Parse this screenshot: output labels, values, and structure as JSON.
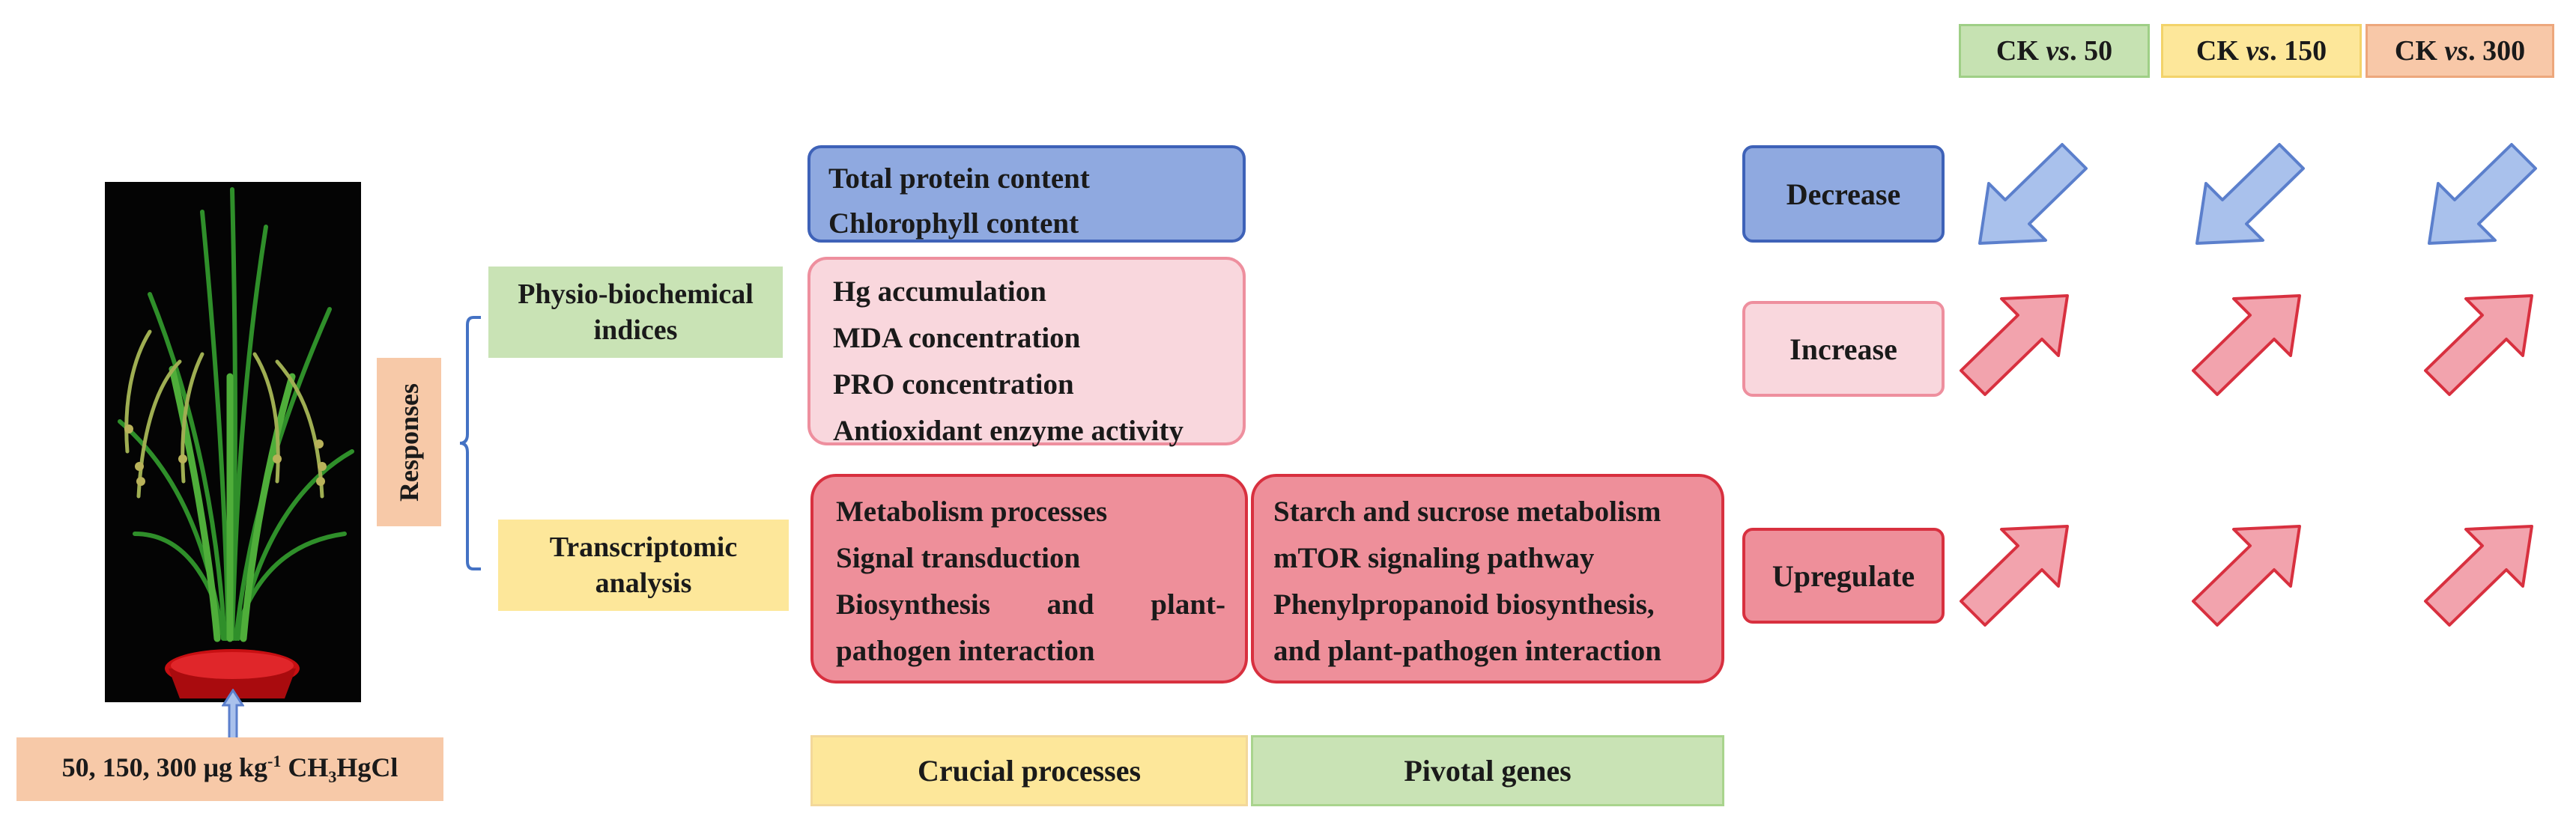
{
  "legend": [
    {
      "prefix": "CK ",
      "vs": "vs",
      "suffix": ". 50",
      "color": "#c6e2b2"
    },
    {
      "prefix": "CK ",
      "vs": "vs",
      "suffix": ". 150",
      "color": "#fde79a"
    },
    {
      "prefix": "CK ",
      "vs": "vs",
      "suffix": ". 300",
      "color": "#f8c8a8"
    }
  ],
  "treatment": {
    "main": "50, 150, 300 μg kg",
    "sup": "-1",
    "chem_pre": " CH",
    "sub": "3",
    "chem_post": "HgCl"
  },
  "responses_label": "Responses",
  "categories": {
    "physio": {
      "line1": "Physio-biochemical",
      "line2": "indices"
    },
    "transcriptomic": {
      "line1": "Transcriptomic",
      "line2": "analysis"
    }
  },
  "boxes": {
    "decrease_items": [
      "Total protein content",
      "Chlorophyll content"
    ],
    "increase_items": [
      "Hg accumulation",
      "MDA concentration",
      "PRO concentration",
      "Antioxidant enzyme activity"
    ],
    "processes_items": [
      "Metabolism processes",
      "Signal transduction",
      "Biosynthesis and plant-",
      "pathogen interaction"
    ],
    "genes_items": [
      "Starch and sucrose metabolism",
      "mTOR signaling pathway",
      "Phenylpropanoid biosynthesis,",
      "and plant-pathogen interaction"
    ]
  },
  "bottom_labels": {
    "processes": "Crucial processes",
    "genes": "Pivotal genes"
  },
  "trends": {
    "decrease": "Decrease",
    "increase": "Increase",
    "upregulate": "Upregulate"
  },
  "colors": {
    "blue": "#8fa9e0",
    "pink": "#f9d7dd",
    "red": "#ee8f9a",
    "green": "#c9e3b5",
    "yellow": "#fde79a",
    "orange": "#f7c9a8"
  },
  "arrows": {
    "down": "arrow-down-left",
    "up": "arrow-up-right"
  }
}
